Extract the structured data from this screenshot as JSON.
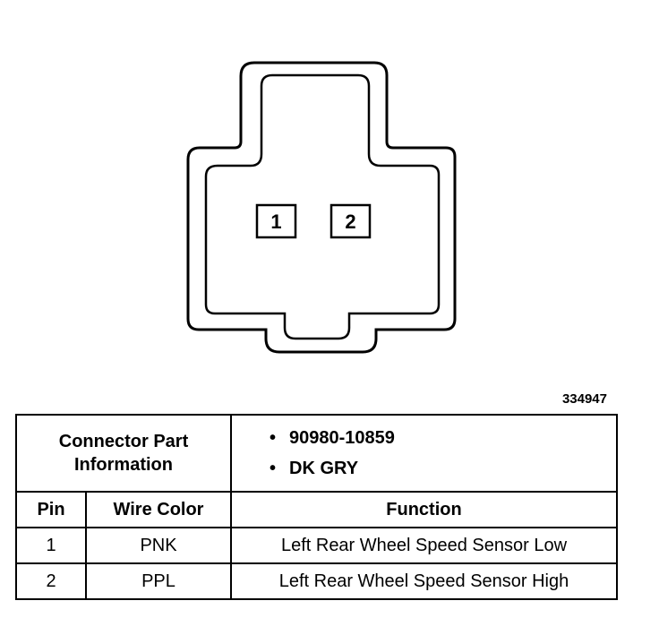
{
  "figure_id": "334947",
  "connector": {
    "pins": [
      "1",
      "2"
    ]
  },
  "table": {
    "part_info_label": "Connector Part Information",
    "part_info_values": [
      "90980-10859",
      "DK GRY"
    ],
    "headers": {
      "pin": "Pin",
      "wire_color": "Wire Color",
      "function": "Function"
    },
    "rows": [
      {
        "pin": "1",
        "wire_color": "PNK",
        "function": "Left Rear Wheel Speed Sensor Low"
      },
      {
        "pin": "2",
        "wire_color": "PPL",
        "function": "Left Rear Wheel Speed Sensor High"
      }
    ]
  }
}
